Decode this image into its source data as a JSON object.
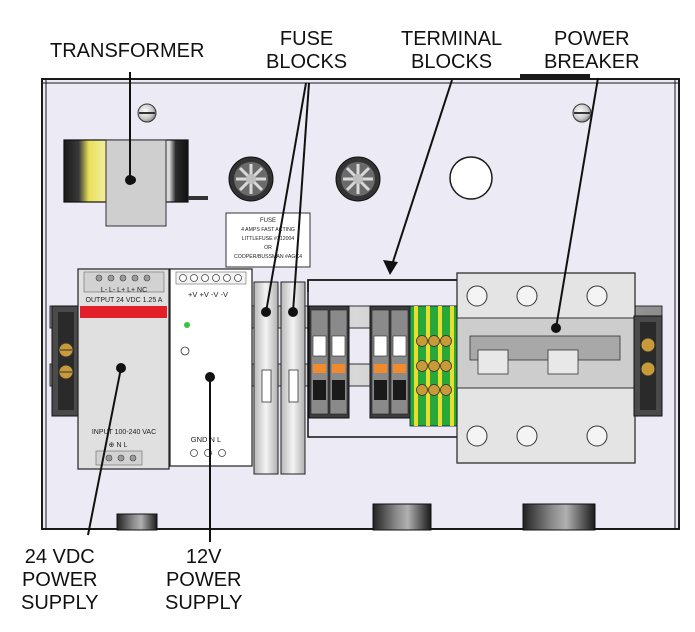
{
  "callouts": {
    "transformer": [
      "TRANSFORMER"
    ],
    "fuse_blocks": [
      "FUSE",
      "BLOCKS"
    ],
    "terminal_blocks": [
      "TERMINAL",
      "BLOCKS"
    ],
    "power_breaker": [
      "POWER",
      "BREAKER"
    ],
    "ps24": [
      "24 VDC",
      "POWER",
      "SUPPLY"
    ],
    "ps12": [
      "12V",
      "POWER",
      "SUPPLY"
    ]
  },
  "fuse_label": {
    "lines": [
      "FUSE",
      "4 AMPS FAST ACTING",
      "LITTLEFUSE #312004",
      "OR",
      "COOPER/BUSSMAN #AGC4"
    ]
  },
  "ps24": {
    "top_terminals": "L-  L-  L+  L+  NC",
    "output": "OUTPUT 24 VDC 1.25 A",
    "input": "INPUT 100-240 VAC",
    "bottom_terminals": "⊕  N   L"
  },
  "ps12": {
    "top_terminals": "+V +V  -V  -V",
    "bottom_terminals": "GND  N   L"
  },
  "colors": {
    "panel": "#eceaf4",
    "outline": "#1a1a1a",
    "transformer_core": "#e8df58",
    "label_red": "#e2202a",
    "ground_green": "#27a839",
    "ground_yellow": "#e9dd2f",
    "led_green": "#37c43a",
    "fuse_orange": "#f08a2a"
  }
}
